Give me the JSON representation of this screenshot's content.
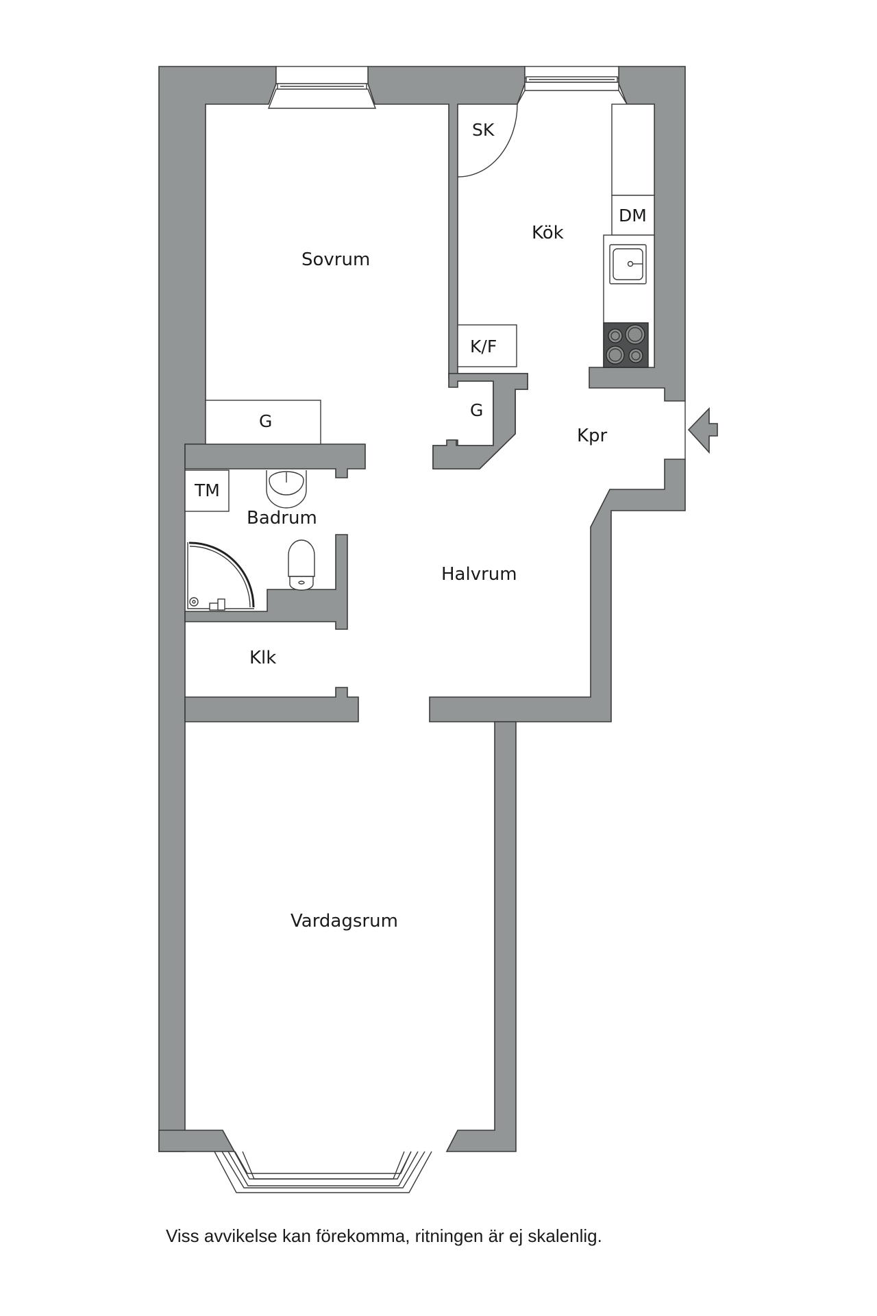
{
  "plan": {
    "rooms": {
      "sovrum": "Sovrum",
      "kok": "Kök",
      "sk": "SK",
      "dm": "DM",
      "kf": "K/F",
      "g_hall": "G",
      "g_bedroom": "G",
      "kpr": "Kpr",
      "tm": "TM",
      "badrum": "Badrum",
      "halvrum": "Halvrum",
      "klk": "Klk",
      "vardagsrum": "Vardagsrum"
    },
    "entrance_icon": "entrance-arrow-icon",
    "colors": {
      "wall": "#939696",
      "outline": "#3a3a3a",
      "stove": "#4e4f50",
      "background": "#ffffff"
    }
  },
  "footer": {
    "disclaimer": "Viss avvikelse kan förekomma, ritningen är ej skalenlig."
  }
}
